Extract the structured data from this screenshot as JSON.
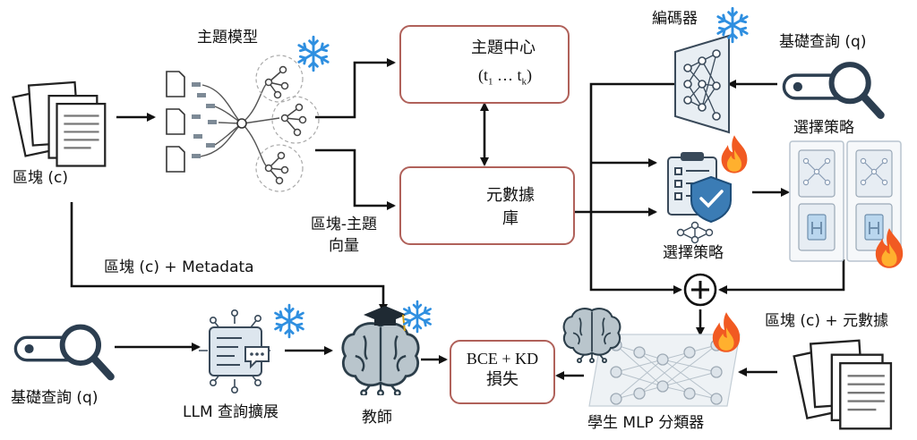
{
  "colors": {
    "box_border": "#b0615a",
    "arrow": "#111111",
    "snow": "#2f8fe0",
    "fire": "#f15a22",
    "icon_stroke": "#3a4a5a"
  },
  "labels": {
    "topic_model": "主題模型",
    "chunks": "區塊 (c)",
    "topic_centers_title": "主題中心",
    "topic_centers_range_t1": "t",
    "topic_centers_range_sub1": "1",
    "topic_centers_range_mid": "… t",
    "topic_centers_range_subk": "k",
    "metadata_db_line1": "元數據",
    "metadata_db_line2": "庫",
    "chunk_topic_vec_line1": "區塊-主題",
    "chunk_topic_vec_line2": "向量",
    "encoder": "編碼器",
    "base_query_top": "基礎查詢 (q)",
    "selection_strategy_right": "選擇策略",
    "selection_strategy_mid": "選擇策略",
    "chunk_metadata": "區塊 (c) + Metadata",
    "base_query_bottom": "基礎查詢 (q)",
    "llm_expansion": "LLM 查詢擴展",
    "teacher": "教師",
    "loss_line1": "BCE + KD",
    "loss_line2": "損失",
    "student": "學生 MLP 分類器",
    "chunk_plus_metadata": "區塊 (c) + 元數據"
  },
  "icons": {
    "document_stack": "document-stack-icon",
    "snowflake": "snowflake-icon",
    "flame": "flame-icon",
    "magnifier": "magnifier-icon",
    "database": "database-icon",
    "neural_net": "neural-network-icon",
    "brain": "brain-icon",
    "plus": "plus-circle-icon"
  }
}
